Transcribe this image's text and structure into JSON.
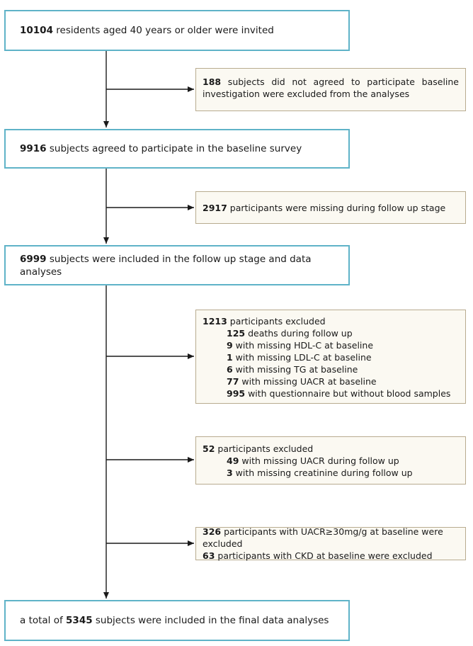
{
  "boxes": {
    "invited": {
      "num": "10104",
      "text": " residents aged 40 years or older were invited"
    },
    "excluded_baseline": {
      "num": "188",
      "text": " subjects did not agreed to participate baseline investigation were excluded from the analyses"
    },
    "agreed": {
      "num": "9916",
      "text": " subjects agreed to participate in the baseline survey"
    },
    "missing_followup": {
      "num": "2917",
      "text": " participants were missing during follow up stage"
    },
    "included_followup": {
      "num": "6999",
      "text": " subjects were included in the follow up stage and data analyses"
    },
    "excluded_1213": {
      "num": "1213",
      "text": " participants excluded",
      "items": [
        {
          "num": "125",
          "text": " deaths during follow up"
        },
        {
          "num": "9",
          "text": " with missing HDL-C at baseline"
        },
        {
          "num": "1",
          "text": " with missing LDL-C at baseline"
        },
        {
          "num": "6",
          "text": " with missing TG at baseline"
        },
        {
          "num": "77",
          "text": " with missing UACR at baseline"
        },
        {
          "num": "995",
          "text": " with questionnaire but without  blood samples"
        }
      ]
    },
    "excluded_52": {
      "num": "52",
      "text": " participants excluded",
      "items": [
        {
          "num": "49",
          "text": " with missing UACR during follow up"
        },
        {
          "num": "3",
          "text": " with missing creatinine during follow up"
        }
      ]
    },
    "excluded_uacr_ckd": {
      "lines": [
        {
          "num": "326",
          "text": " participants with UACR≥30mg/g at baseline were excluded"
        },
        {
          "num": "63",
          "text": " participants with CKD at baseline were excluded"
        }
      ]
    },
    "final": {
      "prefix": "a total of ",
      "num": "5345",
      "text": " subjects were included in the final data analyses"
    }
  }
}
